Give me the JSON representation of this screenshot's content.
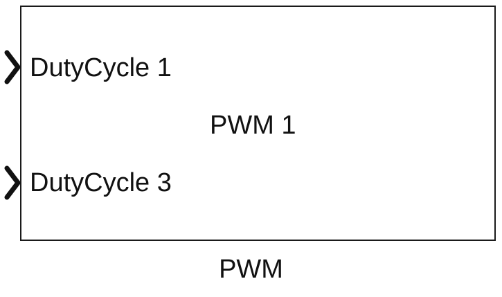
{
  "block": {
    "name": "PWM",
    "label": "PWM 1",
    "input_ports": [
      {
        "label": "DutyCycle 1",
        "icon": "chevron-right-icon"
      },
      {
        "label": "DutyCycle 3",
        "icon": "chevron-right-icon"
      }
    ],
    "colors": {
      "border": "#1a1a1a",
      "background": "#ffffff",
      "text": "#111111"
    }
  }
}
